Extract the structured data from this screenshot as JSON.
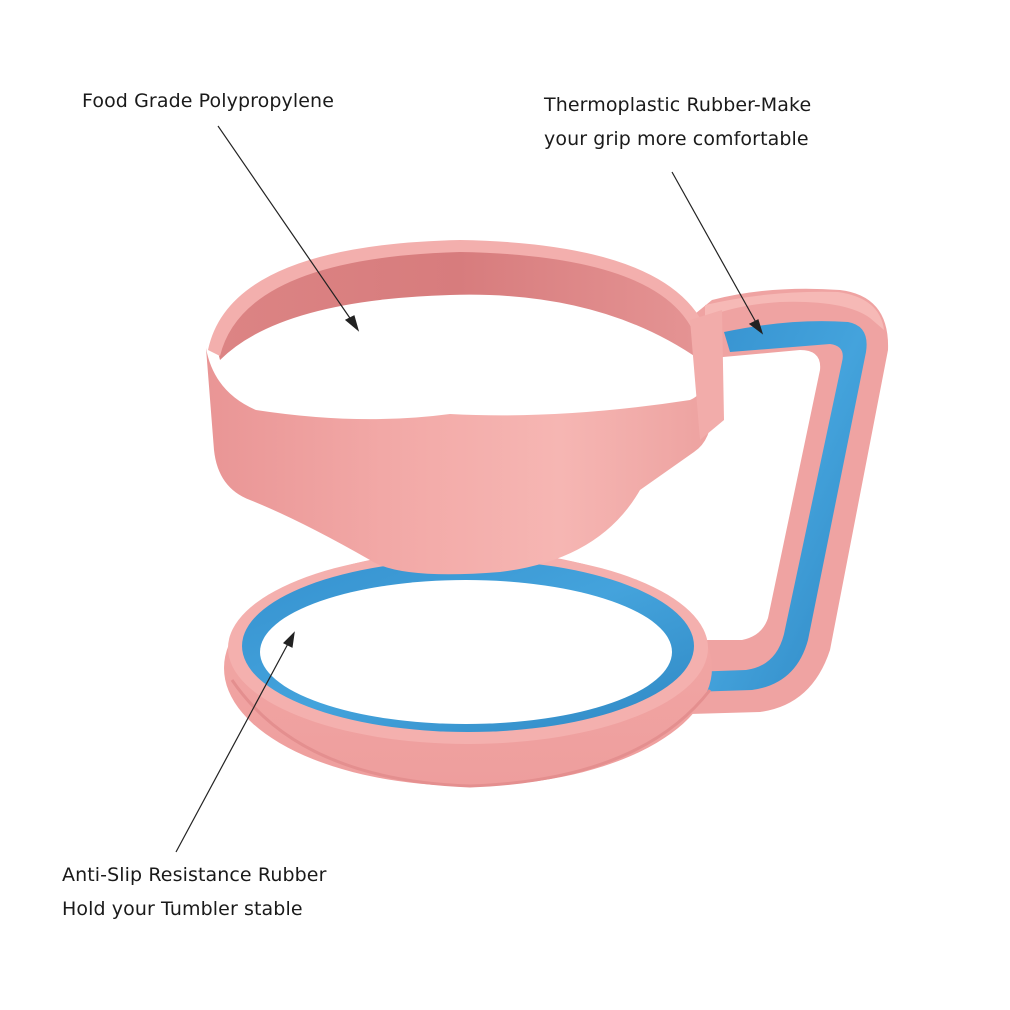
{
  "image": {
    "subject": "pink tumbler handle holder with blue rubber grip",
    "colors": {
      "background": "#ffffff",
      "body_pink": "#f0a3a3",
      "body_pink_dark": "#dc8585",
      "body_pink_light": "#f7b9b7",
      "rubber_blue": "#3d9bd3",
      "rubber_blue_dark": "#2a80ba",
      "text": "#1a1a1a",
      "leader_line": "#222222"
    }
  },
  "callouts": {
    "food_grade": {
      "lines": [
        "Food Grade Polypropylene"
      ]
    },
    "tpr_grip": {
      "lines": [
        "Thermoplastic Rubber-Make",
        "your grip more comfortable"
      ]
    },
    "anti_slip": {
      "lines": [
        "Anti-Slip Resistance Rubber",
        "Hold your Tumbler stable"
      ]
    }
  }
}
